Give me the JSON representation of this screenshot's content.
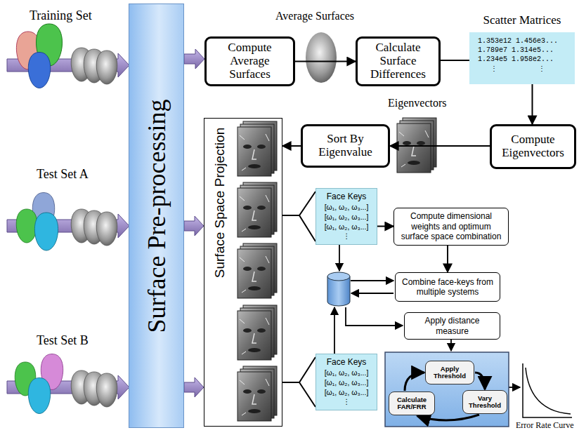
{
  "diagram": {
    "nodes": [
      {
        "text": [
          "Surface Pre-processing"
        ]
      },
      {
        "text": [
          "Compute Average Surfaces"
        ]
      },
      {
        "text": [
          "Calculate Surface Differences"
        ]
      },
      {
        "text": [
          "Scatter Matrices",
          "1.353e12 1.456e3...",
          "1.789e7 1.314e5...",
          "1.234e5 1.958e2...",
          "⋮",
          "⋮"
        ]
      },
      {
        "text": [
          "Compute Eigenvectors"
        ]
      },
      {
        "text": [
          "Sort By Eigenvalue"
        ]
      },
      {
        "text": [
          "Surface Space Projection"
        ]
      },
      {
        "text": [
          "Face Keys",
          "[ω₁, ω₂, ω₃...]",
          "[ω₁, ω₂, ω₃...]",
          "[ω₁, ω₂, ω₃...]",
          "⋮"
        ]
      },
      {
        "text": [
          "Compute dimensional weights and optimum surface space combination"
        ]
      },
      {
        "text": [
          "Combine face-keys from multiple systems"
        ]
      },
      {
        "text": [
          "Apply distance measure"
        ]
      },
      {
        "text": [
          "Face Keys",
          "[ω₁, ω₂, ω₃...]",
          "[ω₁, ω₂, ω₃...]",
          "[ω₁, ω₂, ω₃...]",
          "⋮"
        ]
      },
      {
        "text": [
          "Apply Threshold"
        ]
      },
      {
        "text": [
          "Calculate FAR/FRR"
        ]
      },
      {
        "text": [
          "Vary Threshold"
        ]
      }
    ],
    "edges": [
      {
        "from": 0,
        "to": 1,
        "arrow": "to"
      },
      {
        "from": 0,
        "to": 6,
        "arrow": "to"
      },
      {
        "from": 0,
        "to": 6,
        "arrow": "to"
      },
      {
        "from": 1,
        "to": 2,
        "arrow": "to"
      },
      {
        "from": 2,
        "to": 3,
        "arrow": "none"
      },
      {
        "from": 3,
        "to": 4,
        "arrow": "to"
      },
      {
        "from": 4,
        "to": 5,
        "arrow": "to"
      },
      {
        "from": 5,
        "to": 6,
        "arrow": "to"
      },
      {
        "from": 6,
        "to": 7,
        "arrow": "none"
      },
      {
        "from": 6,
        "to": 11,
        "arrow": "none"
      },
      {
        "from": 7,
        "to": 8,
        "arrow": "to"
      },
      {
        "from": 8,
        "to": 9,
        "arrow": "to"
      },
      {
        "from": 12,
        "to": 14,
        "arrow": "to"
      },
      {
        "from": 14,
        "to": 13,
        "arrow": "to"
      },
      {
        "from": 13,
        "to": 12,
        "arrow": "to"
      }
    ],
    "labels": [
      "Training Set",
      "Average Surfaces",
      "Eigenvectors",
      "Test Set A",
      "Test Set B",
      "Error Rate Curve"
    ]
  }
}
